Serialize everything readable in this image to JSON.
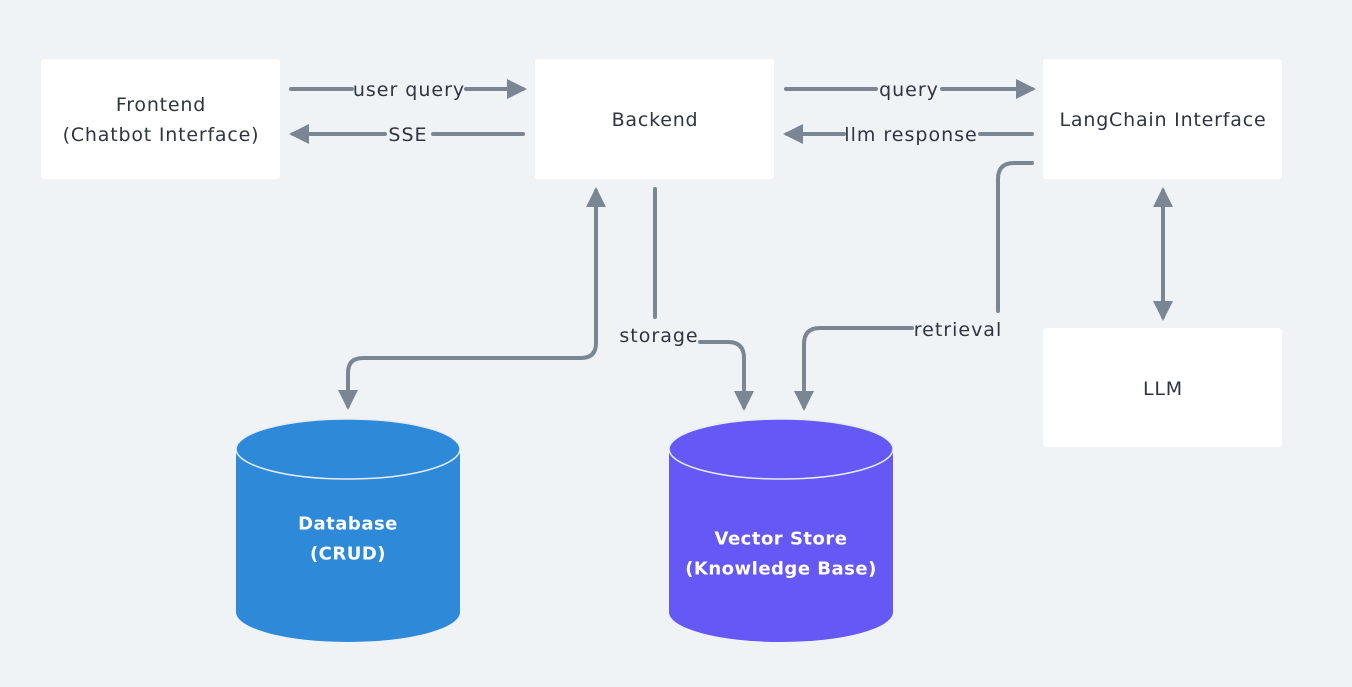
{
  "colors": {
    "background": "#eff3f6",
    "box_fill": "#ffffff",
    "text": "#2f3440",
    "arrow": "#7a8694",
    "database": "#2e8ad8",
    "vector_store": "#6558f5",
    "cylinder_text": "#ffffff"
  },
  "nodes": {
    "frontend": {
      "line1": "Frontend",
      "line2": "(Chatbot Interface)"
    },
    "backend": {
      "label": "Backend"
    },
    "langchain": {
      "label": "LangChain Interface"
    },
    "llm": {
      "label": "LLM"
    },
    "database": {
      "line1": "Database",
      "line2": "(CRUD)"
    },
    "vector_store": {
      "line1": "Vector Store",
      "line2": "(Knowledge Base)"
    }
  },
  "edges": {
    "user_query": "user query",
    "sse": "SSE",
    "query": "query",
    "llm_response": "llm response",
    "storage": "storage",
    "retrieval": "retrieval"
  }
}
